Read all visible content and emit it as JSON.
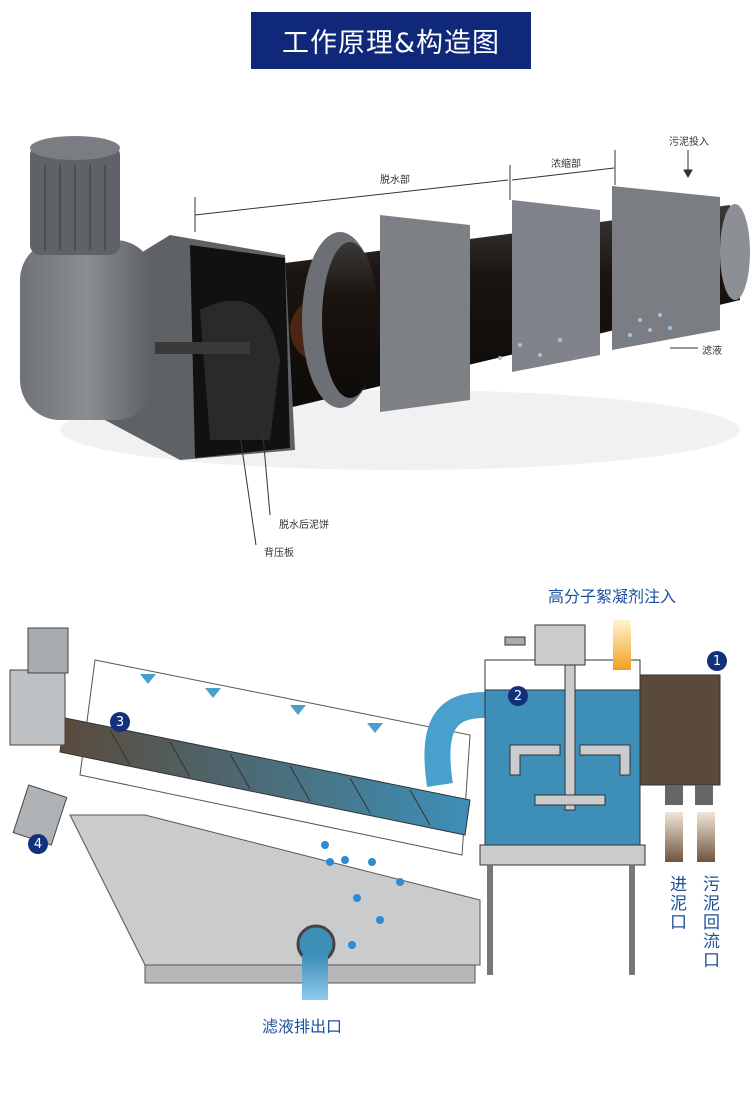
{
  "title": "工作原理&构造图",
  "render_labels": {
    "dewatering_section": "脱水部",
    "thickening_section": "浓缩部",
    "sludge_input": "污泥投入",
    "filtrate": "滤液",
    "dewatered_cake": "脱水后泥饼",
    "back_pressure_plate": "背压板"
  },
  "schematic_labels": {
    "flocculant_injection": "高分子絮凝剂注入",
    "sludge_inlet": "进泥口",
    "sludge_return": "污泥回流口",
    "filtrate_outlet": "滤液排出口"
  },
  "markers": [
    "1",
    "2",
    "3",
    "4"
  ],
  "colors": {
    "title_bg": "#10287a",
    "label_blue": "#1b4f9c",
    "tank_blue": "#3d8fb8",
    "marker": "#12307c"
  }
}
